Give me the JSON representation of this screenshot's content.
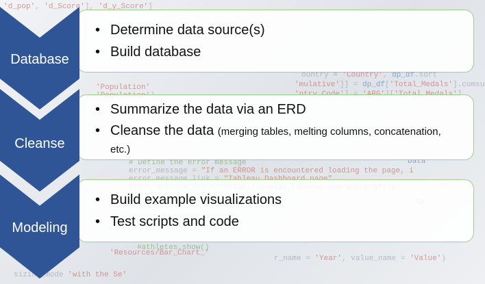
{
  "steps": [
    {
      "label": "Database",
      "bullets": [
        {
          "text": "Determine data source(s)",
          "note": ""
        },
        {
          "text": "Build database",
          "note": ""
        }
      ]
    },
    {
      "label": "Cleanse",
      "bullets": [
        {
          "text": "Summarize the data via an ERD",
          "note": ""
        },
        {
          "text": "Cleanse the data ",
          "note": "(merging tables, melting columns, concatenation, etc.)"
        }
      ]
    },
    {
      "label": "Modeling",
      "bullets": [
        {
          "text": "Build example visualizations",
          "note": ""
        },
        {
          "text": "Test scripts and code",
          "note": ""
        }
      ]
    }
  ],
  "colors": {
    "chevron": "#2f5597",
    "panel_border": "#9fd08b",
    "panel_fill": "#ffffff",
    "chevron_text": "#ffffff"
  }
}
